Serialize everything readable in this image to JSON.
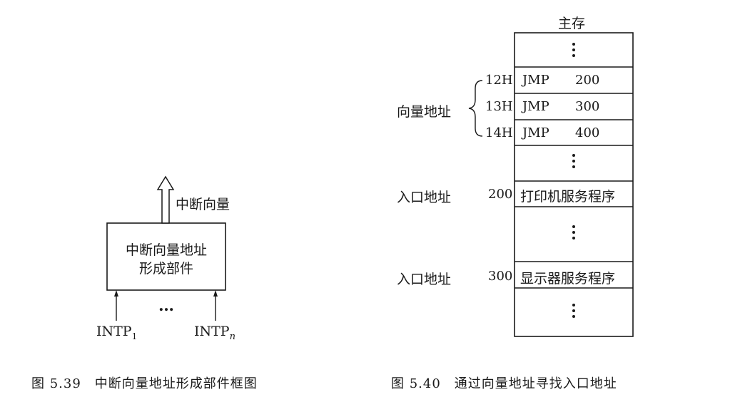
{
  "fig39": {
    "box_line1": "中断向量地址",
    "box_line2": "形成部件",
    "output_label": "中断向量",
    "input_left_base": "INTP",
    "input_left_sub": "1",
    "input_right_base": "INTP",
    "input_right_sub": "n",
    "ellipsis": "…",
    "caption": "图 5.39　中断向量地址形成部件框图"
  },
  "fig40": {
    "title": "主存",
    "vector_label": "向量地址",
    "rows": [
      {
        "addr": "12H",
        "op": "JMP",
        "target": "200"
      },
      {
        "addr": "13H",
        "op": "JMP",
        "target": "300"
      },
      {
        "addr": "14H",
        "op": "JMP",
        "target": "400"
      }
    ],
    "entry1": {
      "label": "入口地址",
      "addr": "200",
      "content": "打印机服务程序"
    },
    "entry2": {
      "label": "入口地址",
      "addr": "300",
      "content": "显示器服务程序"
    },
    "caption": "图 5.40　通过向量地址寻找入口地址"
  }
}
